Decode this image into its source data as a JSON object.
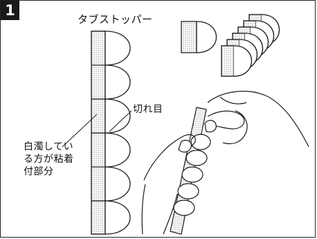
{
  "step": "1",
  "title": "タブストッパー",
  "labels": {
    "cut": "切れ目",
    "adhesive_lines": [
      "白濁してい",
      "る方が粘着",
      "付部分"
    ]
  }
}
